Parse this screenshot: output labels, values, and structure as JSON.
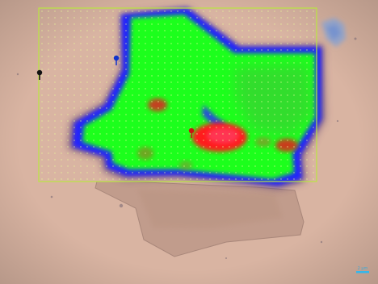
{
  "micrograph": {
    "scale_bar": {
      "label": "2 μm",
      "color": "#35b6ea"
    },
    "colors": {
      "substrate": "#d9b4a2",
      "flake": "#c09c8a",
      "map_high": "#ff1e1e",
      "map_mid": "#1cff1c",
      "map_low": "#2424ff",
      "grid_frame": "#b9e640",
      "grid_dots": "#e9ff9a"
    },
    "markers": [
      {
        "name": "black",
        "color": "#111111"
      },
      {
        "name": "blue",
        "color": "#1133cc"
      },
      {
        "name": "red",
        "color": "#cc1111"
      }
    ]
  }
}
